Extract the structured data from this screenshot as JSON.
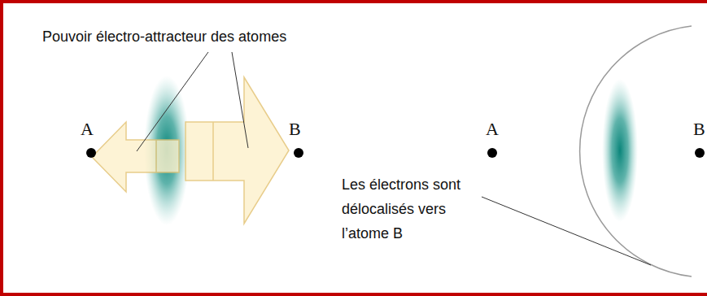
{
  "diagram": {
    "labels": [
      "Pouvoir électro-attracteur des atomes",
      "A",
      "B",
      "A",
      "B",
      "Les électrons sont délocalisés vers l’atome B"
    ]
  }
}
